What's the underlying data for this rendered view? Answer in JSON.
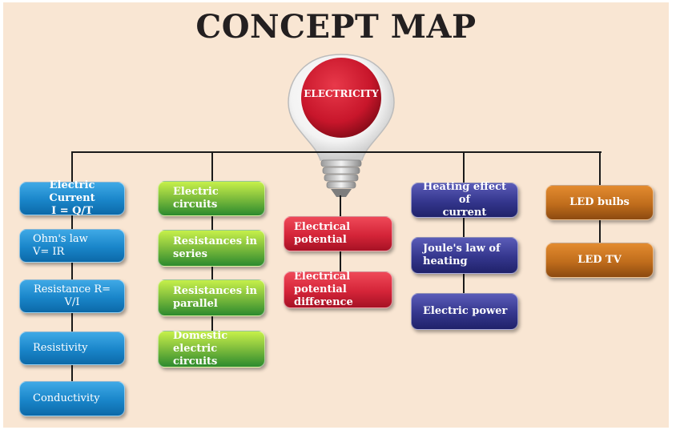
{
  "title": "CONCEPT MAP",
  "root": {
    "label": "ELECTRICITY",
    "icon": "light-bulb-icon"
  },
  "colors": {
    "background": "#f9e6d3",
    "col1": "#1985c9",
    "col2": "#8dc63f",
    "col3": "#d42438",
    "col4": "#34368d",
    "col5": "#c06d1c",
    "bulb": "#c8162b"
  },
  "columns": [
    {
      "nodes": [
        {
          "lines": [
            "Electric Current",
            "I = Q/T"
          ]
        },
        {
          "lines": [
            "Ohm's law",
            "V= IR"
          ]
        },
        {
          "lines": [
            "Resistance R= V/I"
          ]
        },
        {
          "lines": [
            "Resistivity"
          ]
        },
        {
          "lines": [
            "Conductivity"
          ]
        }
      ]
    },
    {
      "nodes": [
        {
          "lines": [
            "Electric circuits"
          ]
        },
        {
          "lines": [
            "Resistances in",
            "series"
          ]
        },
        {
          "lines": [
            "Resistances in",
            "parallel"
          ]
        },
        {
          "lines": [
            "Domestic electric",
            "circuits"
          ]
        }
      ]
    },
    {
      "nodes": [
        {
          "lines": [
            "Electrical",
            "potential"
          ]
        },
        {
          "lines": [
            "Electrical",
            "potential difference"
          ]
        }
      ]
    },
    {
      "nodes": [
        {
          "lines": [
            "Heating effect of",
            "current"
          ]
        },
        {
          "lines": [
            "Joule's law of",
            "heating"
          ]
        },
        {
          "lines": [
            "Electric power"
          ]
        }
      ]
    },
    {
      "nodes": [
        {
          "lines": [
            "LED bulbs"
          ]
        },
        {
          "lines": [
            "LED TV"
          ]
        }
      ]
    }
  ]
}
